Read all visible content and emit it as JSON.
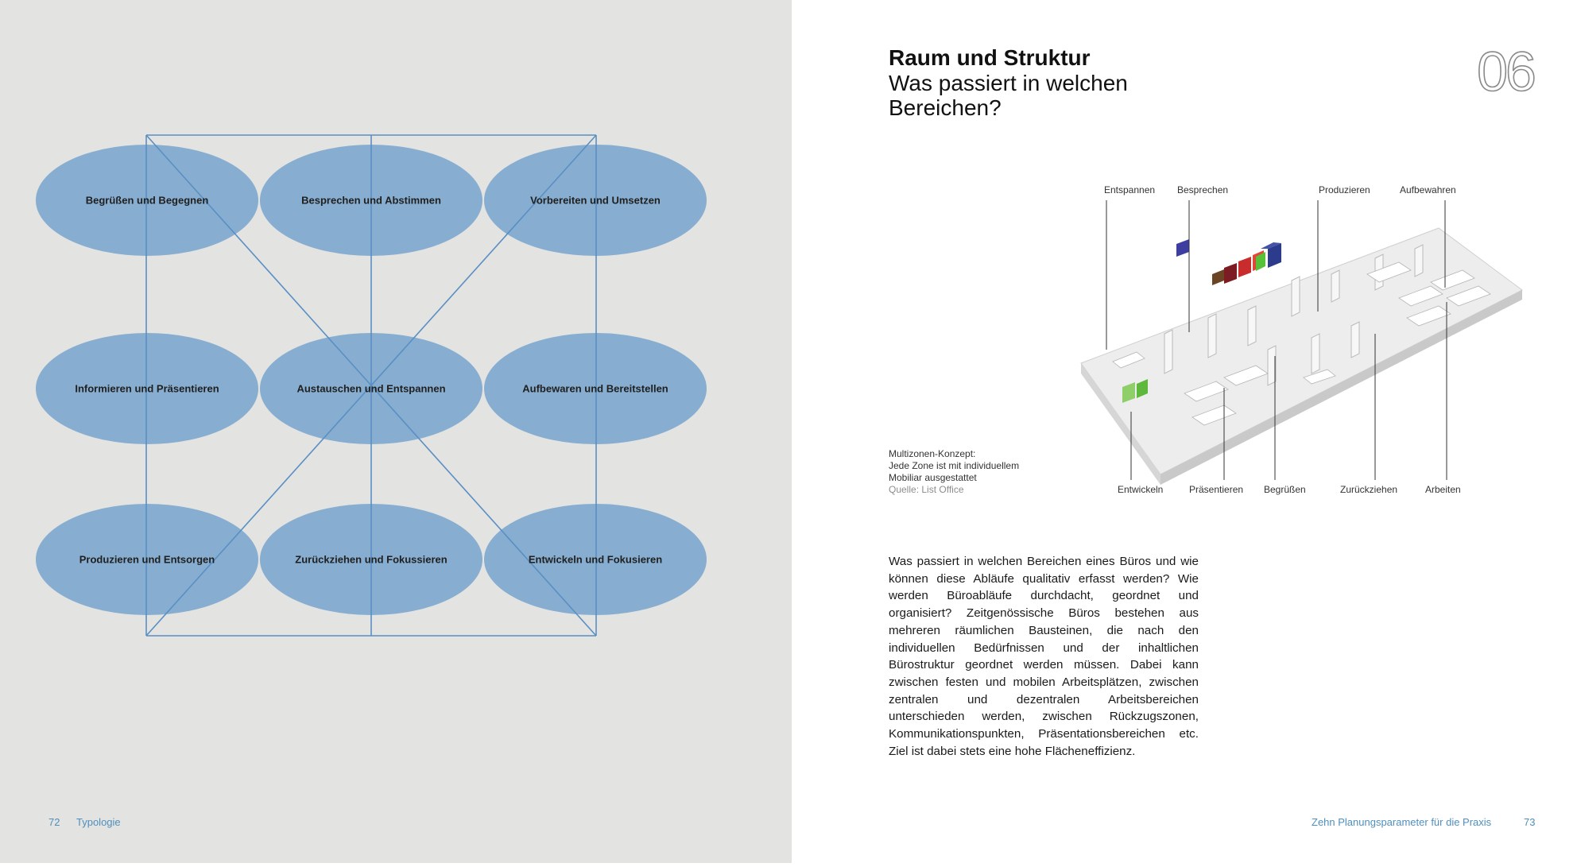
{
  "left_page": {
    "diagram": {
      "nodes": [
        {
          "label": "Begrüßen und Begegnen"
        },
        {
          "label": "Besprechen und Abstimmen"
        },
        {
          "label": "Vorbereiten und Umsetzen"
        },
        {
          "label": "Informieren und Präsentieren"
        },
        {
          "label": "Austauschen und Entspannen"
        },
        {
          "label": "Aufbewaren und Bereitstellen"
        },
        {
          "label": "Produzieren und Entsorgen"
        },
        {
          "label": "Zurückziehen und Fokussieren"
        },
        {
          "label": "Entwickeln und Fokusieren"
        }
      ],
      "colors": {
        "ellipse": "#87aed0",
        "lines": "#5a8fc4"
      }
    },
    "footer": {
      "page_number": "72",
      "section": "Typologie"
    }
  },
  "right_page": {
    "title": "Raum und Struktur",
    "subtitle": "Was passiert in welchen Bereichen?",
    "chapter_number": "06",
    "illustration": {
      "top_labels": [
        "Entspannen",
        "Besprechen",
        "Produzieren",
        "Aufbewahren"
      ],
      "bottom_labels": [
        "Entwickeln",
        "Präsentieren",
        "Begrüßen",
        "Zurückziehen",
        "Arbeiten"
      ]
    },
    "caption": {
      "line1": "Multizonen-Konzept:",
      "line2": "Jede Zone ist mit individuellem",
      "line3": "Mobiliar ausgestattet",
      "source": "Quelle: List Office"
    },
    "body": "Was passiert in welchen Bereichen eines Büros und wie können diese Abläufe qualitativ erfasst werden? Wie werden Büroabläufe durchdacht, geordnet und organisiert? Zeitgenössische Büros bestehen aus mehreren räumlichen Bausteinen, die nach den individuellen Bedürfnissen und der inhaltlichen Bürostruktur geordnet werden müssen. Dabei kann zwischen festen und mobilen Arbeitsplätzen, zwischen zentralen und dezentralen Arbeitsbereichen unterschieden werden, zwischen Rückzugszonen, Kommunikationspunkten, Präsentationsbereichen etc. Ziel ist dabei stets eine hohe Flächeneffizienz.",
    "footer": {
      "running_title": "Zehn Planungsparameter für die Praxis",
      "page_number": "73"
    }
  }
}
